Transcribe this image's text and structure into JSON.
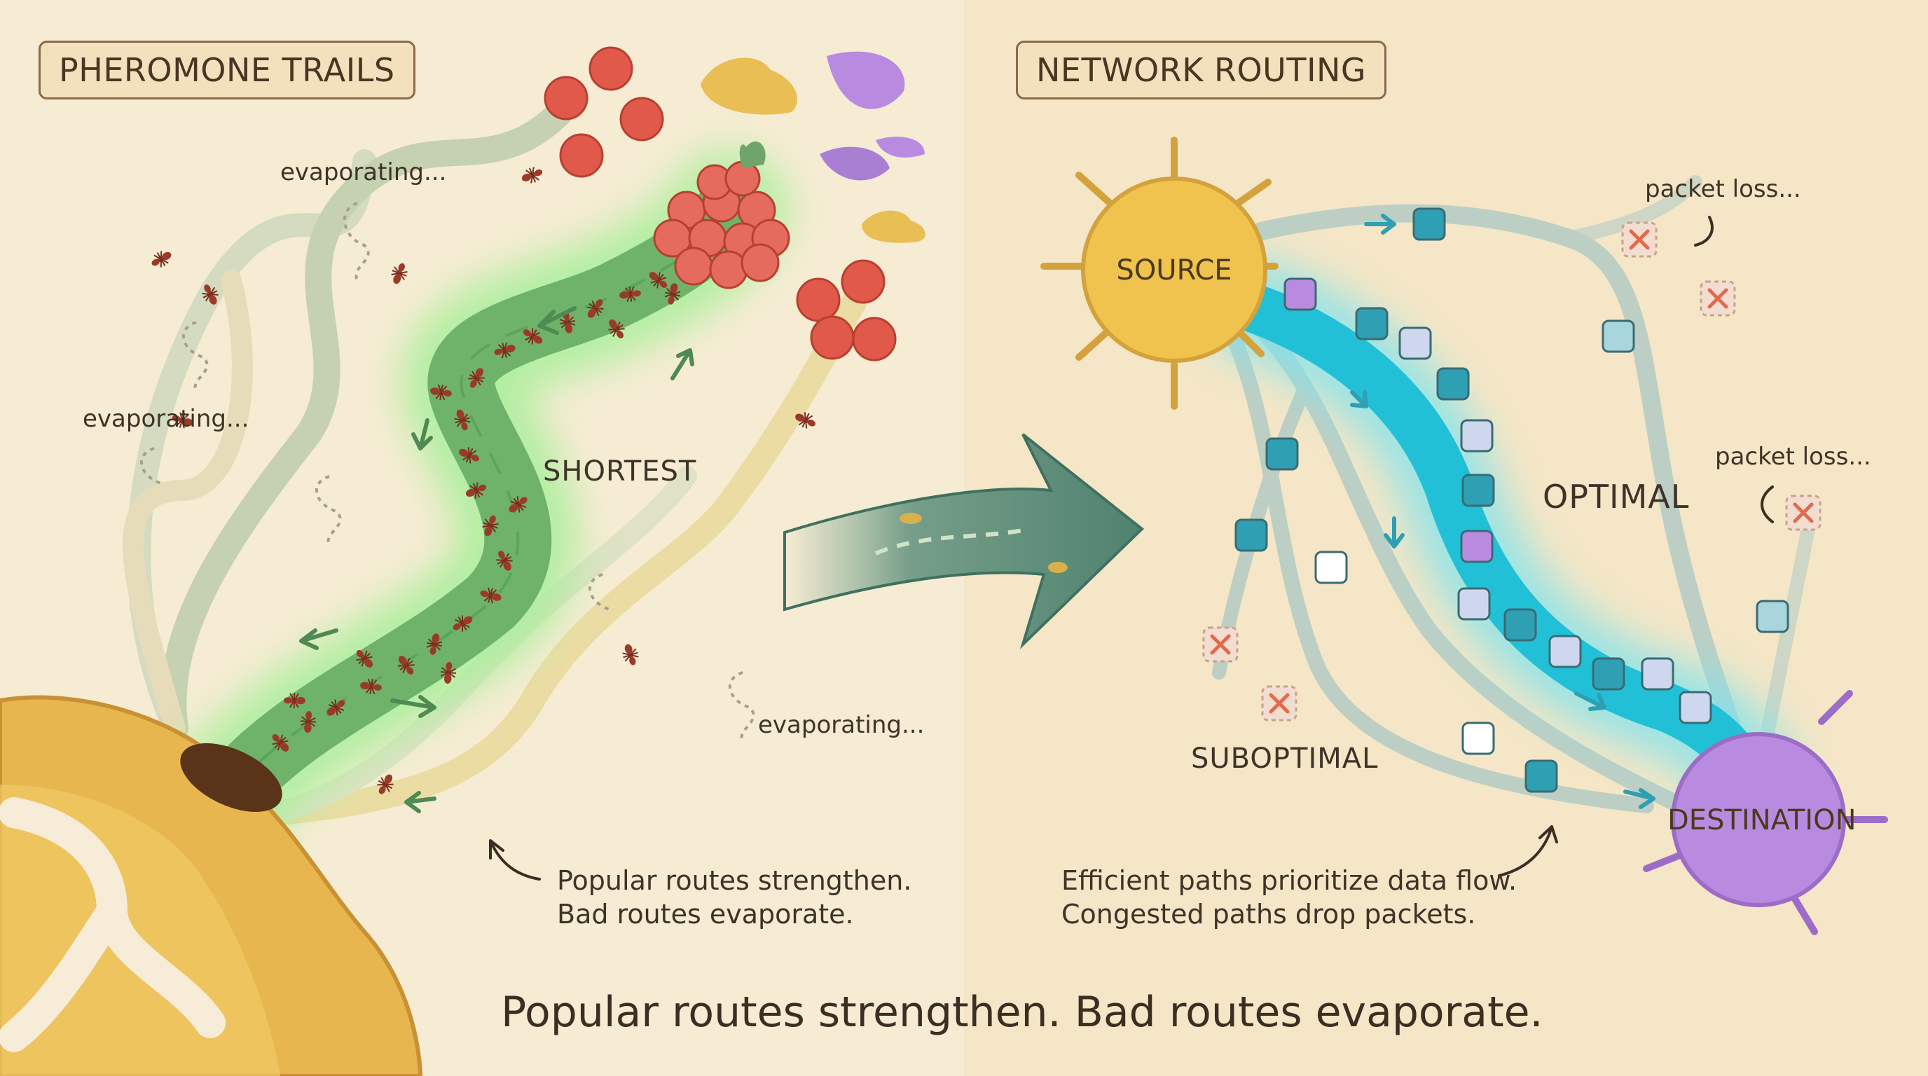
{
  "left_panel": {
    "title": "PHEROMONE TRAILS",
    "labels": {
      "evaporating_top": "evaporating...",
      "evaporating_left": "evaporating...",
      "evaporating_right": "evaporating...",
      "shortest": "SHORTEST"
    },
    "caption_line1": "Popular routes strengthen.",
    "caption_line2": "Bad routes evaporate."
  },
  "right_panel": {
    "title": "NETWORK ROUTING",
    "source": "SOURCE",
    "destination": "DESTINATION",
    "optimal": "OPTIMAL",
    "suboptimal": "SUBOPTIMAL",
    "packet_loss_top": "packet loss...",
    "packet_loss_right": "packet loss...",
    "caption_line1": "Efficient paths prioritize data flow.",
    "caption_line2": "Congested paths drop packets."
  },
  "footer": {
    "tagline": "Popular routes strengthen. Bad routes evaporate."
  },
  "colors": {
    "background_left": "#f6ecd3",
    "background_right": "#f4e6c6",
    "nest": "#e8b64e",
    "strong_trail": "#6fb36a",
    "glow": "#9be68e",
    "faded_trail": "#c9d2b3",
    "ant": "#9a3b2a",
    "berry": "#e0594a",
    "optimal_route": "#22c0d6",
    "source_node": "#f0c24e",
    "destination_node": "#b98be0",
    "drop_marker": "#e06a4f"
  }
}
